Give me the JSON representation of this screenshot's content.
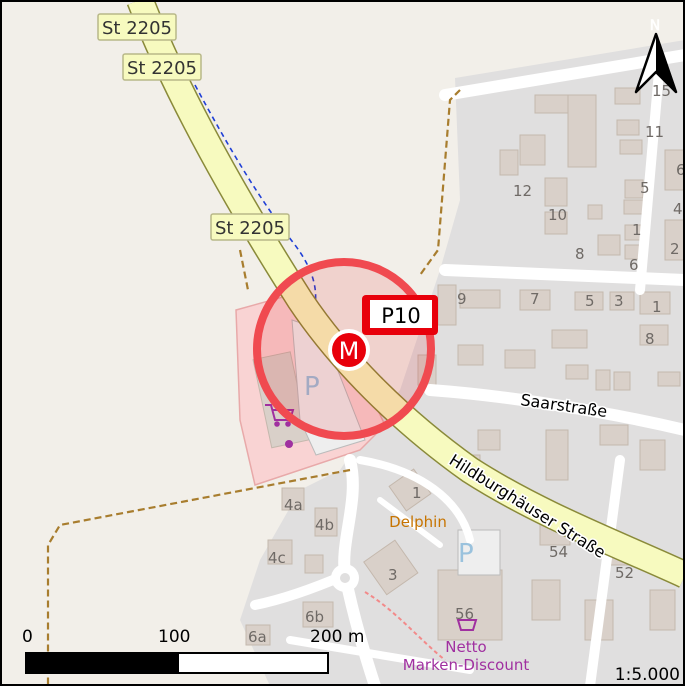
{
  "map": {
    "road_ref": "St 2205",
    "road_labels": [
      "St 2205",
      "St 2205",
      "St 2205"
    ],
    "street_names": {
      "saarstrasse": "Saarstraße",
      "hildburghaeuser": "Hildburghäuser Straße"
    },
    "poi": {
      "delphin": "Delphin",
      "netto_line1": "Netto",
      "netto_line2": "Marken-Discount"
    },
    "parking_letter": "P",
    "marker": {
      "symbol": "M",
      "label": "P10"
    },
    "north_letter": "N",
    "house_numbers": {
      "h15": "15",
      "h11": "11",
      "h6": "6",
      "h12": "12",
      "h5": "5",
      "h4": "4",
      "h10": "10",
      "h1a": "1",
      "h2": "2",
      "h8a": "8",
      "h6b": "6",
      "h9": "9",
      "h7": "7",
      "h5b": "5",
      "h3a": "3",
      "h1b": "1",
      "h8b": "8",
      "h1c": "1",
      "h4a": "4a",
      "h4b": "4b",
      "h4c": "4c",
      "h3b": "3",
      "h54": "54",
      "h52": "52",
      "h56": "56",
      "h6b2": "6b",
      "h6a": "6a"
    },
    "scale": {
      "tick_0": "0",
      "tick_100": "100",
      "tick_200": "200 m",
      "ratio": "1:5.000"
    },
    "colors": {
      "background": "#f2efe9",
      "residential": "#e0dfdf",
      "building": "#d9d0c9",
      "primary_road": "#f7fabf",
      "road_casing": "#8a8a3a",
      "track": "#a87d2e",
      "marker_red": "#e8000b",
      "retail": "#f9c8c8",
      "poi_orange": "#c77400",
      "poi_purple": "#a030a0",
      "parking_blue": "#9ac2dd"
    }
  }
}
